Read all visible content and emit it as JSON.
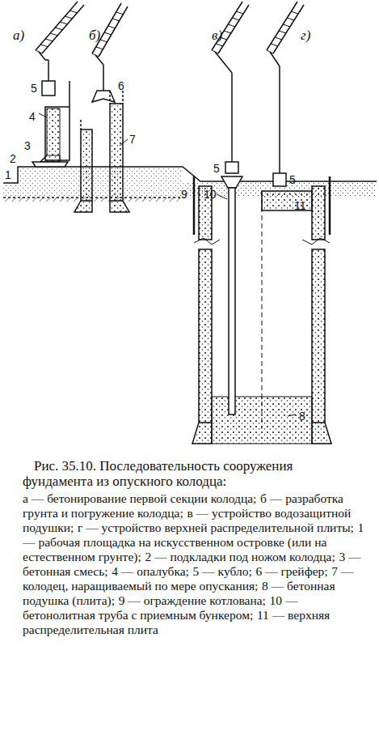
{
  "diagram": {
    "caption": "Рис. 35.10. Последовательность сооружения фундамента из опускного колодца:",
    "labels": [
      "а)",
      "б)",
      "в)",
      "г)",
      "1",
      "2",
      "3",
      "4",
      "5",
      "6",
      "7",
      "5",
      "10",
      "9",
      "5",
      "11",
      "8",
      "а — бетонирование первой секции колодца;",
      "б — разработка грунта и погружение колодца;",
      "в — устройство водозащитной подушки;",
      "г — устройство верхней распределительной плиты;",
      "1 — рабочая площадка на искусственном островке (или на естественном грунте);",
      "2 — подкладки под ножом колодца;",
      "3 — бетонная смесь;",
      "4 — опалубка;",
      "5 — кубло;",
      "6 — грейфер;",
      "7 — колодец, наращиваемый по мере опускания;",
      "8 — бетонная подушка (плита);",
      "9 — ограждение котлована;",
      "10 — бетонолитная труба с приемным бункером;",
      "11 — верхняя распределительная плита"
    ]
  }
}
